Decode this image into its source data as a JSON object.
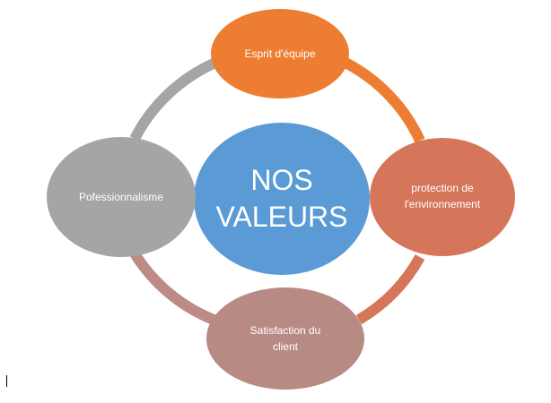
{
  "diagram": {
    "center": {
      "line1": "NOS",
      "line2": "VALEURS",
      "color": "#5B9BD5"
    },
    "nodes": [
      {
        "id": "top",
        "lines": [
          "Esprit d'équipe"
        ],
        "color": "#ED7D31"
      },
      {
        "id": "right",
        "lines": [
          "protection de",
          "l'environnement"
        ],
        "color": "#D5765A"
      },
      {
        "id": "bottom",
        "lines": [
          "Satisfaction du",
          "client"
        ],
        "color": "#B88A84"
      },
      {
        "id": "left",
        "lines": [
          "Pofessionnalisme"
        ],
        "color": "#A5A5A5"
      }
    ],
    "arc_colors": {
      "top_right": "#ED7D31",
      "right_bottom": "#D5765A",
      "bottom_left": "#BC8B85",
      "left_top": "#A5A5A5"
    }
  }
}
